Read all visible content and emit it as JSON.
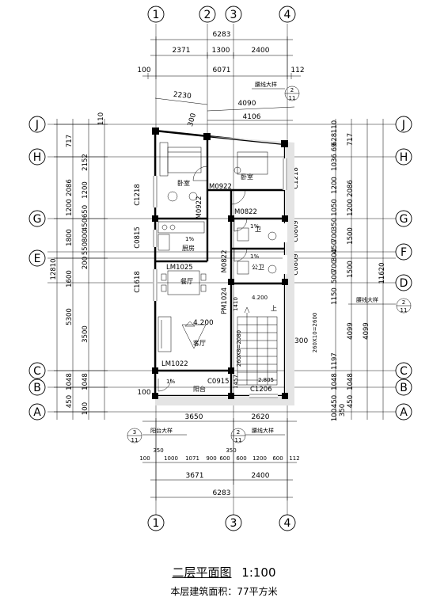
{
  "drawing_title": "二层平面图",
  "scale": "1:100",
  "area_label": "本层建筑面积：77平方米",
  "axes": {
    "top": [
      "1",
      "2",
      "3",
      "4"
    ],
    "bottom": [
      "1",
      "3",
      "4"
    ],
    "left": [
      "J",
      "H",
      "G",
      "E",
      "C",
      "B",
      "A"
    ],
    "right": [
      "J",
      "H",
      "G",
      "F",
      "D",
      "C",
      "B",
      "A"
    ]
  },
  "dims_top": {
    "overall": "6283",
    "segments": [
      "2371",
      "1300",
      "2400"
    ],
    "inner_offset": "100",
    "inner": "6071",
    "inner_end": "112",
    "diag_a": "2230",
    "diag_b": "4090",
    "diag_c": "4106",
    "diag_d": "300"
  },
  "dims_bottom": {
    "row1": [
      "3650",
      "2620"
    ],
    "row1_offset": "100",
    "row2": [
      "100",
      "350",
      "1000",
      "1071",
      "900",
      "600",
      "350",
      "600",
      "1200",
      "600",
      "112"
    ],
    "row3": [
      "3671",
      "2400"
    ],
    "overall": "6283"
  },
  "dims_left": {
    "c1": [
      "717",
      "2086",
      "1200",
      "1800",
      "1600",
      "5300",
      "1048",
      "450"
    ],
    "c2": [
      "2152",
      "1200",
      "650",
      "450",
      "800",
      "550",
      "200",
      "3500",
      "1048",
      "100"
    ],
    "total": "12810",
    "o1": "110",
    "window_marks": [
      "C1218",
      "C0815",
      "C1618"
    ]
  },
  "dims_right": {
    "c1": [
      "110",
      "628",
      "1036",
      "1200",
      "1050",
      "350",
      "700",
      "450",
      "300",
      "700",
      "500",
      "1150",
      "1197",
      "1048",
      "450",
      "100",
      "350",
      "69"
    ],
    "c2": [
      "717",
      "2086",
      "1200",
      "1500",
      "1500",
      "4099",
      "1048",
      "450"
    ],
    "c3": [
      "4099"
    ],
    "total": "11620",
    "window_marks": [
      "C1218",
      "C0809",
      "C0809"
    ],
    "stair_note": "260X10=2600"
  },
  "rooms": {
    "bedroom": "卧室",
    "kitchen": "厨房",
    "dining": "餐厅",
    "living": "客厅",
    "balcony": "阳台",
    "public_wc": "公卫",
    "wc": "卫",
    "up": "上"
  },
  "codes": {
    "m0922a": "M0922",
    "m0922b": "M0922",
    "m0822a": "M0822",
    "m0822b": "M0822",
    "lm1025": "LM1025",
    "lm1022": "LM1022",
    "pm1024": "PM1024",
    "c0915": "C0915",
    "c1206": "C1206",
    "stair_w": "260X8=2080",
    "stair_run": "1410",
    "stair_run2": "1457"
  },
  "levels": {
    "living": "4.200",
    "stair": "4.200",
    "landing": "2.805"
  },
  "slopes": [
    "1%",
    "1%",
    "1%",
    "1%"
  ],
  "detail_labels": {
    "waist_top": "腰线大样",
    "waist_right": "腰线大样",
    "balcony_bottom": "阳台大样",
    "waist_bottom": "腰线大样"
  },
  "detail_marks": {
    "top": {
      "num": "2",
      "sheet": "11"
    },
    "right": {
      "num": "2",
      "sheet": "11"
    },
    "bottom_left": {
      "num": "3",
      "sheet": "11"
    },
    "bottom_mid": {
      "num": "2",
      "sheet": "11"
    }
  },
  "misc": {
    "step300": "300",
    "c_offset": "100"
  }
}
